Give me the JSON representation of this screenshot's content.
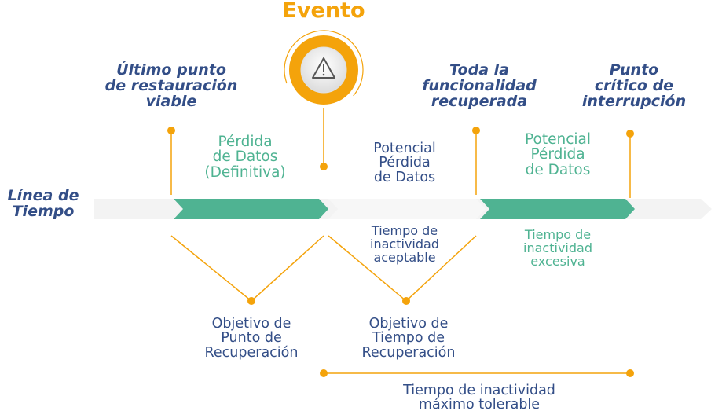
{
  "event": {
    "title": "Evento",
    "icon": "warning-icon"
  },
  "timeline_label": "Línea de\nTiempo",
  "markers": {
    "last_restore": "Último punto\nde restauración\nviable",
    "full_recovery": "Toda la\nfuncionalidad\nrecuperada",
    "critical_point": "Punto\ncrítico de\ninterrupción"
  },
  "segments": {
    "data_loss_definitive": "Pérdida\nde Datos\n(Definitiva)",
    "potential_loss_1": "Potencial\nPérdida\nde Datos",
    "potential_loss_2": "Potencial\nPérdida\nde Datos"
  },
  "downtime": {
    "acceptable": "Tiempo de\ninactividad\naceptable",
    "excessive": "Tiempo de\ninactividad\nexcesiva"
  },
  "objectives": {
    "rpo": "Objetivo de\nPunto de\nRecuperación",
    "rto": "Objetivo de\nTiempo de\nRecuperación"
  },
  "mtd": "Tiempo de inactividad\nmáximo tolerable",
  "colors": {
    "orange": "#f4a30b",
    "navy": "#334e87",
    "teal": "#4fb392",
    "light_track": "#f3f3f3"
  }
}
